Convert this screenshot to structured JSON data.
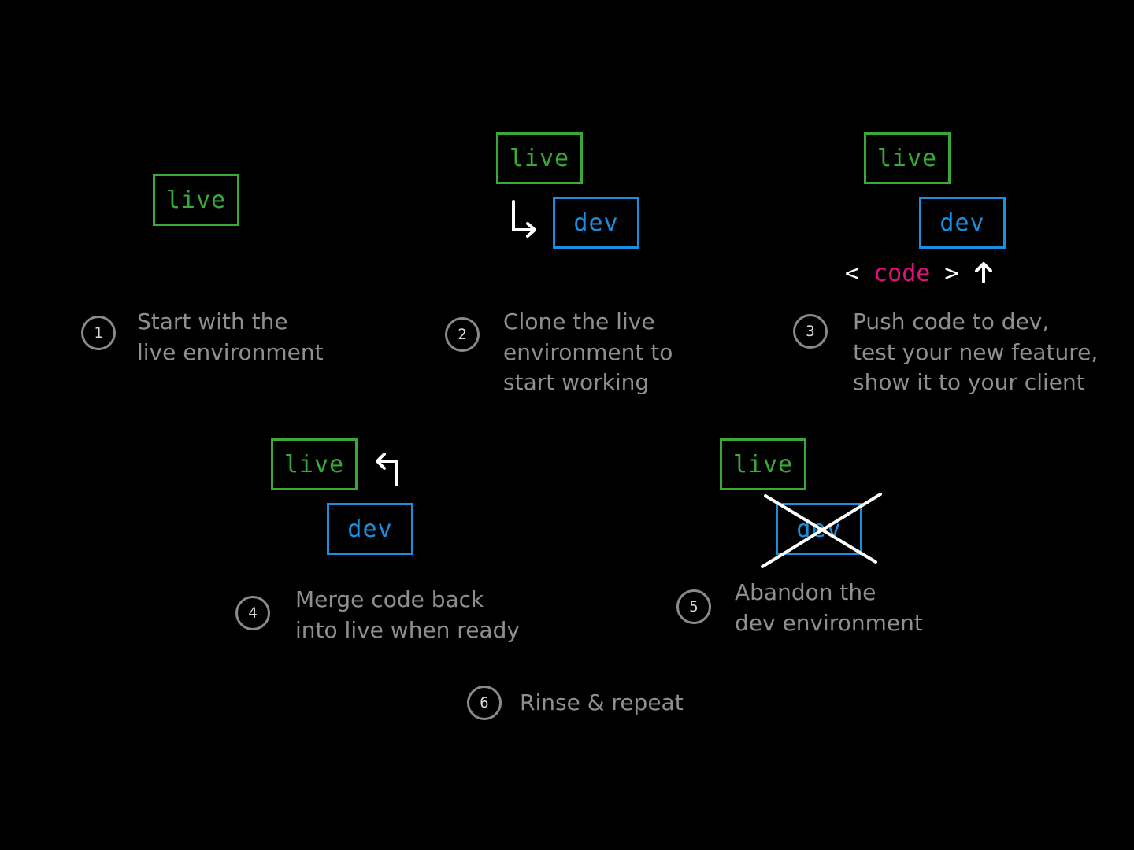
{
  "env_labels": {
    "live": "live",
    "dev": "dev",
    "code": "code"
  },
  "colors": {
    "live": "#3aa93a",
    "dev": "#1a8fe0",
    "code": "#e0127a",
    "text": "#8f8f8f",
    "background": "#000000"
  },
  "steps": [
    {
      "number": "1",
      "text": "Start with the\nlive environment"
    },
    {
      "number": "2",
      "text": "Clone the live\nenvironment to\nstart working"
    },
    {
      "number": "3",
      "text": "Push code to dev,\ntest your new feature,\nshow it to your client"
    },
    {
      "number": "4",
      "text": "Merge code back\ninto live when ready"
    },
    {
      "number": "5",
      "text": "Abandon the\ndev environment"
    },
    {
      "number": "6",
      "text": "Rinse & repeat"
    }
  ],
  "icons": {
    "clone_arrow": "arrow-down-right-icon",
    "push_arrow": "arrow-up-icon",
    "merge_arrow": "arrow-up-left-icon",
    "abandon_mark": "cross-out-icon"
  }
}
